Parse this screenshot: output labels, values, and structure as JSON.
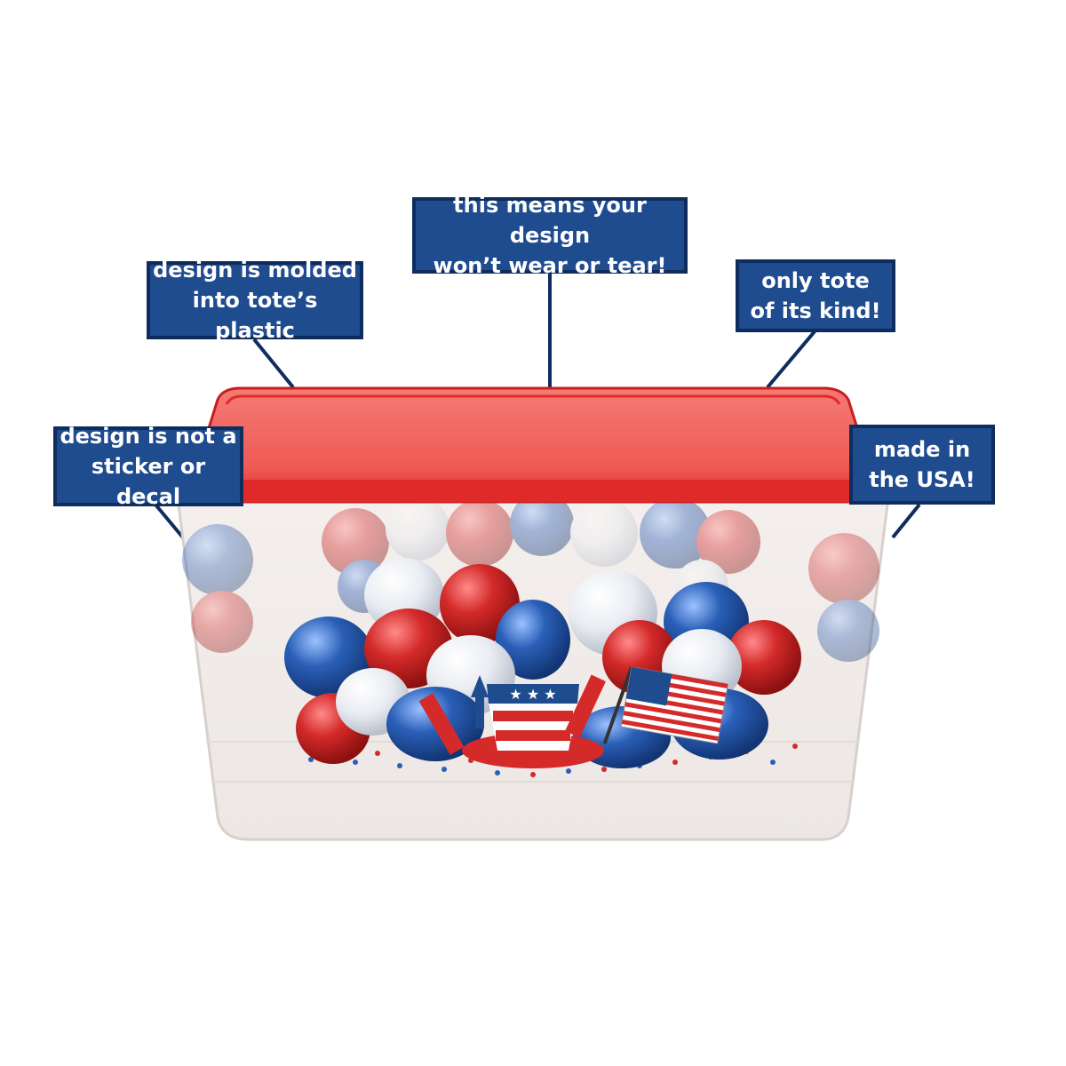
{
  "callouts": {
    "wear": {
      "line1": "this means your design",
      "line2": "won’t wear or tear!"
    },
    "molded": {
      "line1": "design is molded",
      "line2": "into tote’s plastic"
    },
    "only": {
      "line1": "only tote",
      "line2": "of its kind!"
    },
    "sticker": {
      "line1": "design is not a",
      "line2": "sticker or decal"
    },
    "usa": {
      "line1": "made in",
      "line2": "the USA!"
    }
  },
  "colors": {
    "callout_bg": "#1f4b8f",
    "callout_border": "#0f2d5c",
    "lid": "#e83a3a",
    "balloon_red": "#d42a2a",
    "balloon_blue": "#2a5fb8",
    "balloon_white": "#eef0f4"
  },
  "icons": [
    "tote-icon",
    "lid-icon",
    "balloon-icon",
    "flag-icon",
    "top-hat-icon",
    "firework-icon"
  ]
}
